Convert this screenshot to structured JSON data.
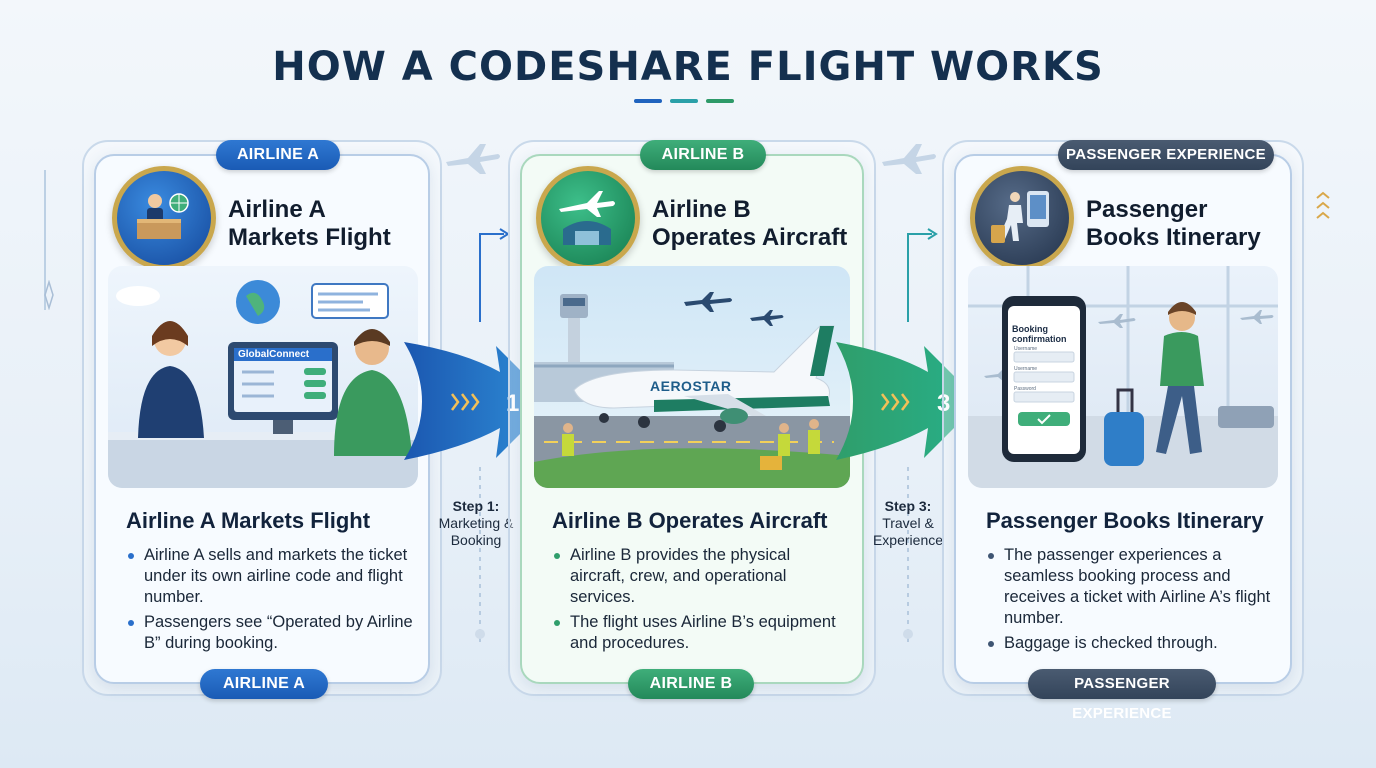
{
  "title": "HOW A CODESHARE FLIGHT WORKS",
  "colors": {
    "blue": "#1f63be",
    "green": "#2d9a68",
    "dark": "#3c4e66",
    "teal": "#2aa0a8"
  },
  "cards": [
    {
      "pill_top": "AIRLINE A",
      "pill_bottom": "AIRLINE A",
      "heading_line1": "Airline A",
      "heading_line2": "Markets Flight",
      "section_title": "Airline A Markets Flight",
      "bullets": [
        "Airline A sells and markets the ticket under its own airline code and flight number.",
        "Passengers see “Operated by Airline B” during booking."
      ],
      "icon": "ticket-agent-icon",
      "screen_brand": "GlobalConnect"
    },
    {
      "pill_top": "AIRLINE B",
      "pill_bottom": "AIRLINE B",
      "heading_line1": "Airline B",
      "heading_line2": "Operates Aircraft",
      "section_title": "Airline B Operates Aircraft",
      "bullets": [
        "Airline B provides the physical aircraft, crew, and operational services.",
        "The flight uses Airline B’s equipment and procedures."
      ],
      "icon": "hangar-plane-icon",
      "aircraft_livery": "AEROSTAR"
    },
    {
      "pill_top": "PASSENGER EXPERIENCE",
      "pill_bottom": "PASSENGER EXPERIENCE",
      "heading_line1": "Passenger",
      "heading_line2": "Books Itinerary",
      "section_title": "Passenger Books Itinerary",
      "bullets": [
        "The passenger experiences a seamless booking process and receives a ticket with Airline A’s flight number.",
        "Baggage is checked through."
      ],
      "icon": "traveler-phone-icon",
      "phone": {
        "title": "Booking confirmation",
        "field1": "Username",
        "field2": "Username",
        "field3": "Password"
      }
    }
  ],
  "steps": [
    {
      "number": "1",
      "label_bold": "Step 1:",
      "label_rest": "Marketing & Booking"
    },
    {
      "number": "3",
      "label_bold": "Step 3:",
      "label_rest": "Travel & Experience"
    }
  ]
}
